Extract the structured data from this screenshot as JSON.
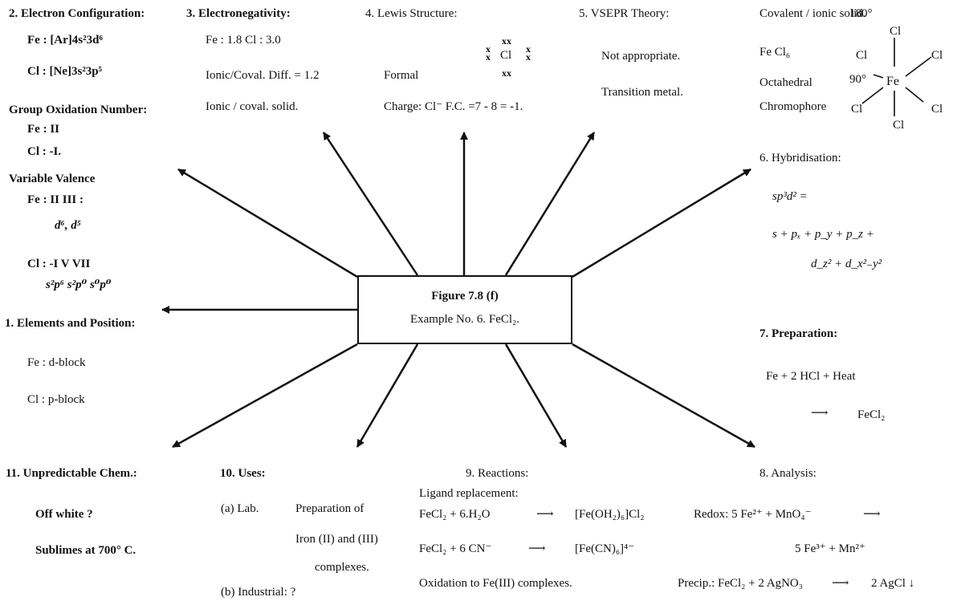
{
  "center": {
    "title": "Figure 7.8 (f)",
    "subtitle": "Example No. 6. FeCl₂."
  },
  "s2": {
    "heading": "2. Electron Configuration:",
    "fe": "Fe : [Ar]4s²3d⁶",
    "cl": "Cl : [Ne]3s²3p⁵",
    "group_ox_heading": "Group Oxidation Number:",
    "fe_ox": "Fe : II",
    "cl_ox": "Cl : -I.",
    "variable_heading": "Variable Valence",
    "fe_var": "Fe : II    III :",
    "fe_var_conf": "d⁶,  d⁵",
    "cl_var": "Cl : -I      V     VII",
    "cl_var_conf": "s²p⁶  s²p⁰  s⁰p⁰"
  },
  "s3": {
    "heading": "3. Electronegativity:",
    "values": "Fe : 1.8   Cl : 3.0",
    "diff": "Ionic/Coval.  Diff. = 1.2",
    "solid": "Ionic / coval.  solid."
  },
  "s4": {
    "heading": "4. Lewis Structure:",
    "dots_top": "xx",
    "left_x": "x\nx",
    "atom": "Cl",
    "right_x": "x\nx",
    "dots_bottom": "xx",
    "formal": "Formal",
    "charge": "Charge:  Cl⁻ F.C. =7 - 8 = -1."
  },
  "s5": {
    "heading": "5. VSEPR Theory:",
    "line1": "Not appropriate.",
    "line2": "Transition   metal."
  },
  "solid": {
    "heading": "Covalent / ionic solid.",
    "formula": "Fe Cl₆",
    "shape": "Octahedral",
    "chromophore": "Chromophore",
    "angle180": "180°",
    "angle90": "90°",
    "center_atom": "Fe",
    "ligand": "Cl"
  },
  "s6": {
    "heading": "6. Hybridisation:",
    "hyb": "sp³d²   =",
    "line1": "s + pₓ + p_y + p_z   +",
    "line2": "d_z² + d_x²₋y²"
  },
  "s1": {
    "heading": "1. Elements and  Position:",
    "fe": "Fe : d-block",
    "cl": "Cl : p-block"
  },
  "s7": {
    "heading": "7.  Preparation:",
    "line1": "Fe + 2 HCl  +  Heat",
    "arrow": "⟶",
    "product": "FeCl₂"
  },
  "s11": {
    "heading": "11.   Unpredictable Chem.:",
    "line1": "Off white ?",
    "line2": "Sublimes at  700° C."
  },
  "s10": {
    "heading": "10.   Uses:",
    "a_label": "(a) Lab.",
    "a_text1": "Preparation of",
    "a_text2": "Iron (II) and (III)",
    "a_text3": "complexes.",
    "b": "(b) Industrial:   ?"
  },
  "s9": {
    "heading": "9.     Reactions:",
    "ligand": "Ligand  replacement:",
    "r1_left": "FeCl₂  +     6.H₂O",
    "r1_right": "[Fe(OH₂)₆]Cl₂",
    "r2_left": "FeCl₂  +  6 CN⁻",
    "r2_right": "[Fe(CN)₆]⁴⁻",
    "oxidation": "Oxidation to Fe(III) complexes."
  },
  "s8": {
    "heading": "8.  Analysis:",
    "redox": "Redox:   5 Fe²⁺ + MnO₄⁻",
    "redox2": "5  Fe³⁺  +  Mn²⁺",
    "precip_left": "Precip.: FeCl₂ + 2 AgNO₃",
    "precip_right": "2 AgCl ↓"
  }
}
